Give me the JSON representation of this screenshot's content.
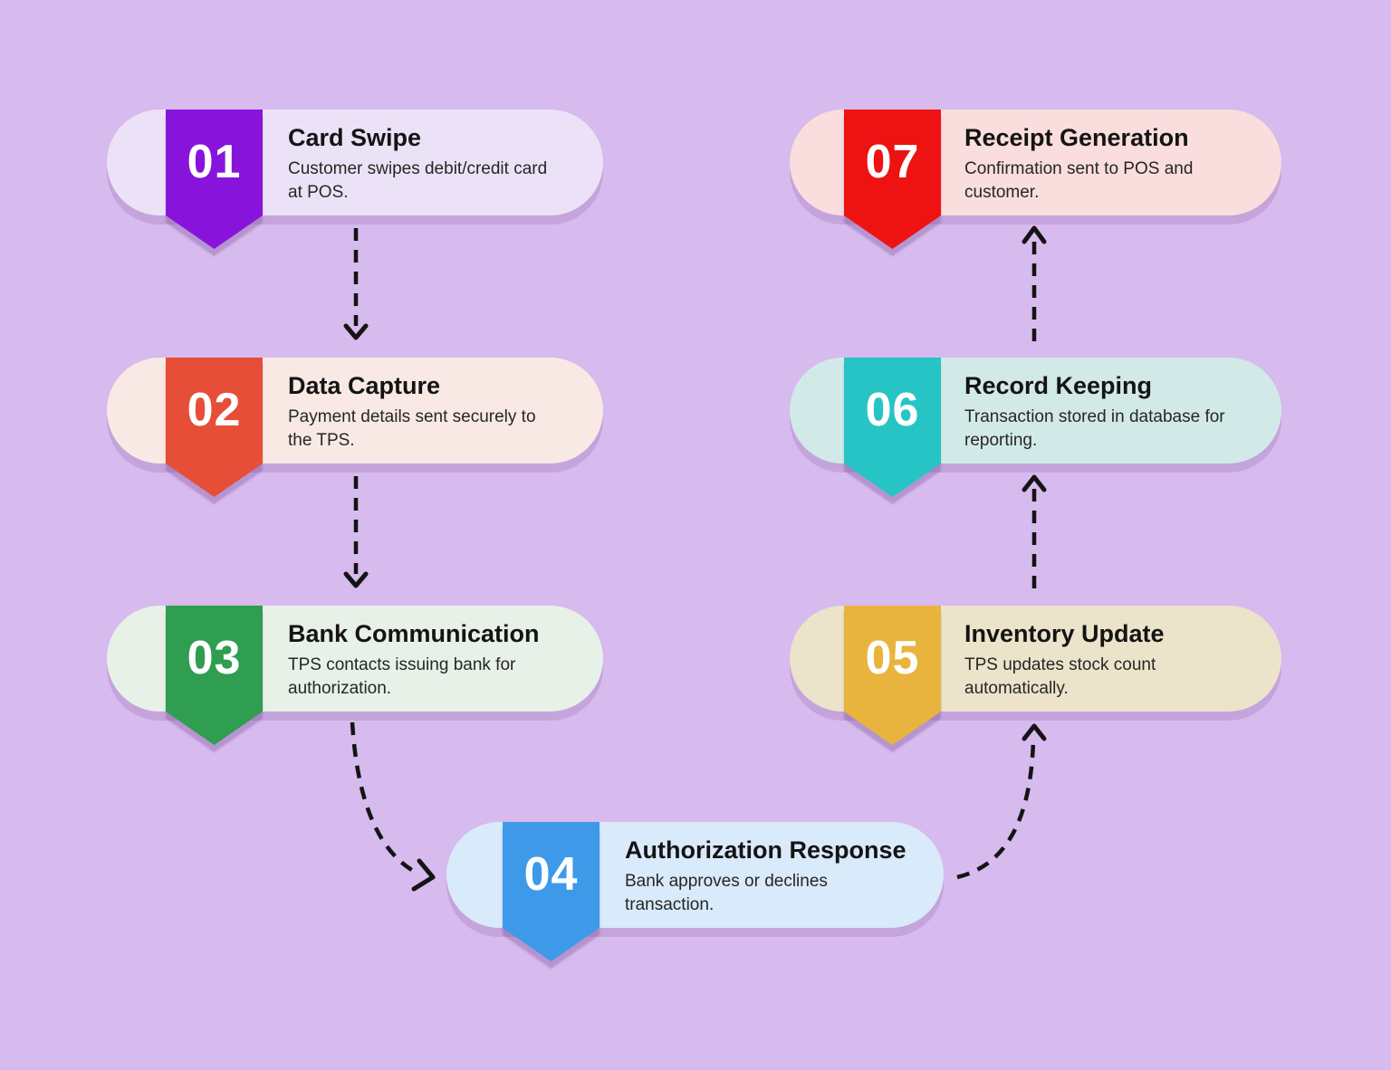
{
  "colors": {
    "background": "#d7baee",
    "card_shadow": "#c5a4dc",
    "arrow": "#141414",
    "number_text": "#ffffff",
    "title_text": "#141414",
    "body_text": "#262626"
  },
  "steps": [
    {
      "number": "01",
      "title": "Card Swipe",
      "description": "Customer swipes debit/credit card\nat POS.",
      "ribbon_color": "#8814dc",
      "card_color": "#ece2f7"
    },
    {
      "number": "02",
      "title": "Data Capture",
      "description": "Payment details sent securely to\nthe TPS.",
      "ribbon_color": "#e64e38",
      "card_color": "#f8e9e5"
    },
    {
      "number": "03",
      "title": "Bank Communication",
      "description": "TPS contacts issuing bank for\nauthorization.",
      "ribbon_color": "#2f9e50",
      "card_color": "#e7f1e8"
    },
    {
      "number": "04",
      "title": "Authorization Response",
      "description": "Bank approves or declines\ntransaction.",
      "ribbon_color": "#3e9ae9",
      "card_color": "#d9eafb"
    },
    {
      "number": "05",
      "title": "Inventory Update",
      "description": "TPS updates stock count\nautomatically.",
      "ribbon_color": "#e9b43e",
      "card_color": "#ebe4ca"
    },
    {
      "number": "06",
      "title": "Record Keeping",
      "description": "Transaction stored in database for\nreporting.",
      "ribbon_color": "#27c4c6",
      "card_color": "#d2eae7"
    },
    {
      "number": "07",
      "title": "Receipt Generation",
      "description": "Confirmation sent to POS and\ncustomer.",
      "ribbon_color": "#ee1212",
      "card_color": "#fadddd"
    }
  ]
}
